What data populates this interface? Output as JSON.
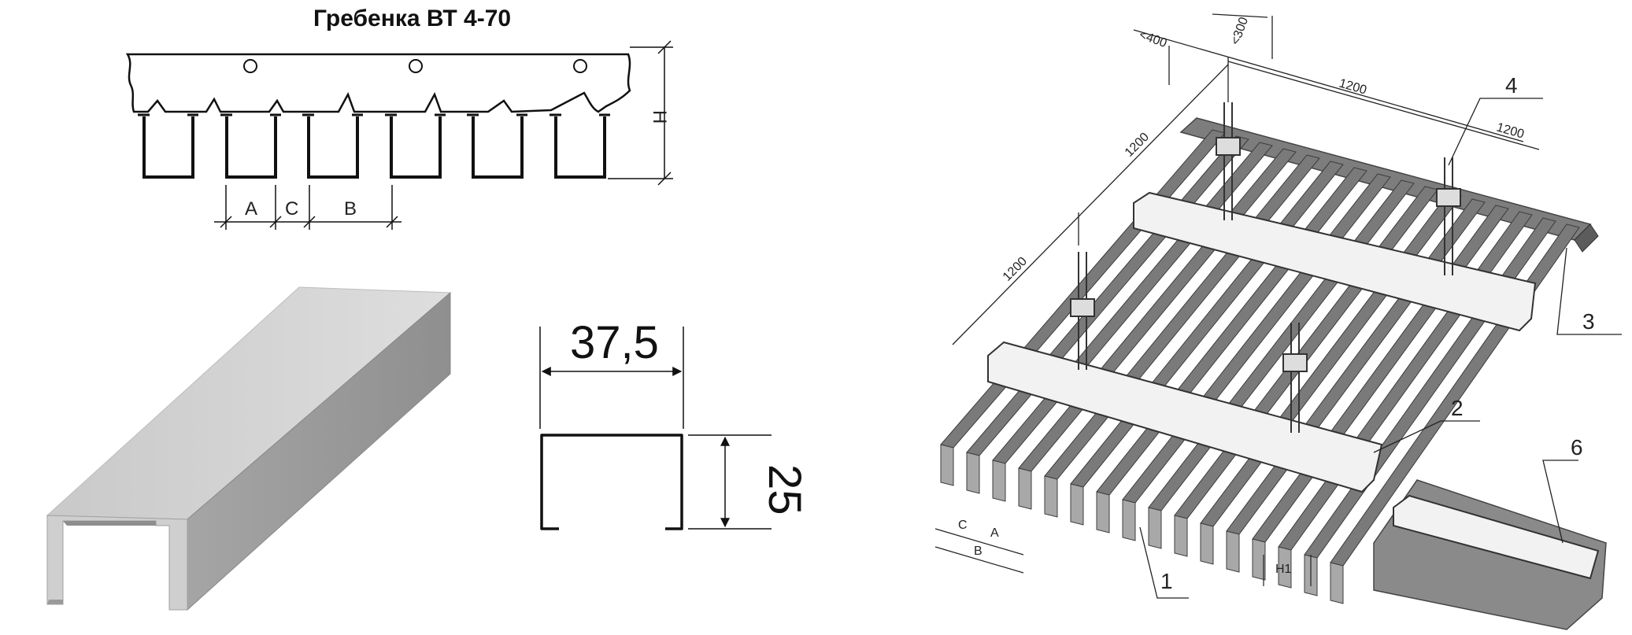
{
  "title": "Гребенка ВТ 4-70",
  "comb_dimensions": {
    "height": "H",
    "a": "A",
    "c": "C",
    "b": "B"
  },
  "profile": {
    "width": "37,5",
    "height": "25"
  },
  "assembly": {
    "dim_400": "<400",
    "dim_300": "<300",
    "dim_1200_top": "1200",
    "dim_1200_right": "1200",
    "dim_1200_left_top": "1200",
    "dim_1200_left_bottom": "1200",
    "labels": {
      "c": "C",
      "a": "A",
      "b": "B",
      "h1": "H1"
    },
    "callouts": [
      "1",
      "2",
      "3",
      "4",
      "6"
    ]
  }
}
